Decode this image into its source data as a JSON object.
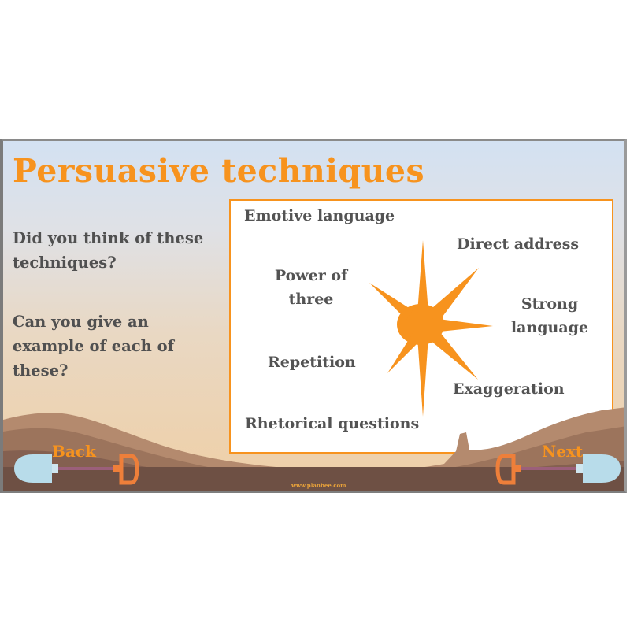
{
  "slide": {
    "title": "Persuasive techniques",
    "prompts": [
      "Did you think of these techniques?",
      "Can you give an example of each of these?"
    ],
    "techniques": [
      {
        "label": "Emotive language"
      },
      {
        "label": "Direct address"
      },
      {
        "label": "Power of three"
      },
      {
        "label": "Strong language"
      },
      {
        "label": "Repetition"
      },
      {
        "label": "Exaggeration"
      },
      {
        "label": "Rhetorical questions"
      }
    ],
    "nav": {
      "back_label": "Back",
      "next_label": "Next"
    },
    "footer_url": "www.planbee.com",
    "colors": {
      "accent": "#f7931e",
      "text": "#535353",
      "shovel_blade": "#b8dcea",
      "shovel_handle": "#ee7f3a"
    }
  }
}
